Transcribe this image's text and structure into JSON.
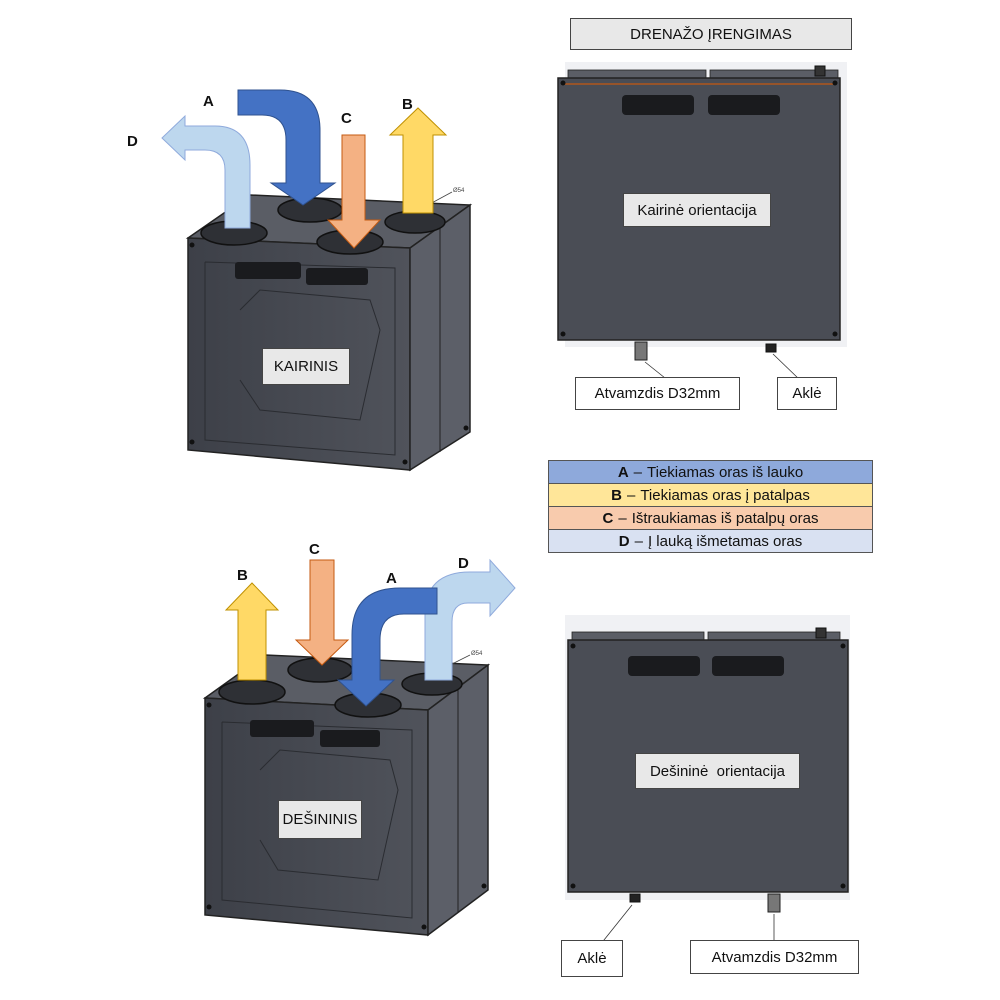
{
  "header": {
    "title": "DRENAŽO ĮRENGIMAS"
  },
  "left_unit": {
    "label": "KAIRINIS",
    "arrow_labels": {
      "a": "A",
      "b": "B",
      "c": "C",
      "d": "D"
    }
  },
  "right_unit": {
    "label": "DEŠININIS",
    "arrow_labels": {
      "a": "A",
      "b": "B",
      "c": "C",
      "d": "D"
    }
  },
  "front_view_left": {
    "orientation": "Kairinė orientacija",
    "pipe_label": "Atvamzdis D32mm",
    "cap_label": "Aklė"
  },
  "front_view_right": {
    "orientation": "Dešininė  orientacija",
    "pipe_label": "Atvamzdis D32mm",
    "cap_label": "Aklė"
  },
  "legend": [
    {
      "key": "A",
      "sep": "–",
      "text": "Tiekiamas oras iš lauko",
      "color": "#8ea9db"
    },
    {
      "key": "B",
      "sep": "–",
      "text": "Tiekiamas oras į patalpas",
      "color": "#ffe699"
    },
    {
      "key": "C",
      "sep": "–",
      "text": "Ištraukiamas iš patalpų oras",
      "color": "#f8cbad"
    },
    {
      "key": "D",
      "sep": "–",
      "text": "Į lauką išmetamas oras",
      "color": "#d9e1f2"
    }
  ],
  "arrow_colors": {
    "a": "#4472c4",
    "b": "#ffd966",
    "c": "#f4b183",
    "d": "#bdd7ee"
  },
  "unit_color": "#4a4d55"
}
